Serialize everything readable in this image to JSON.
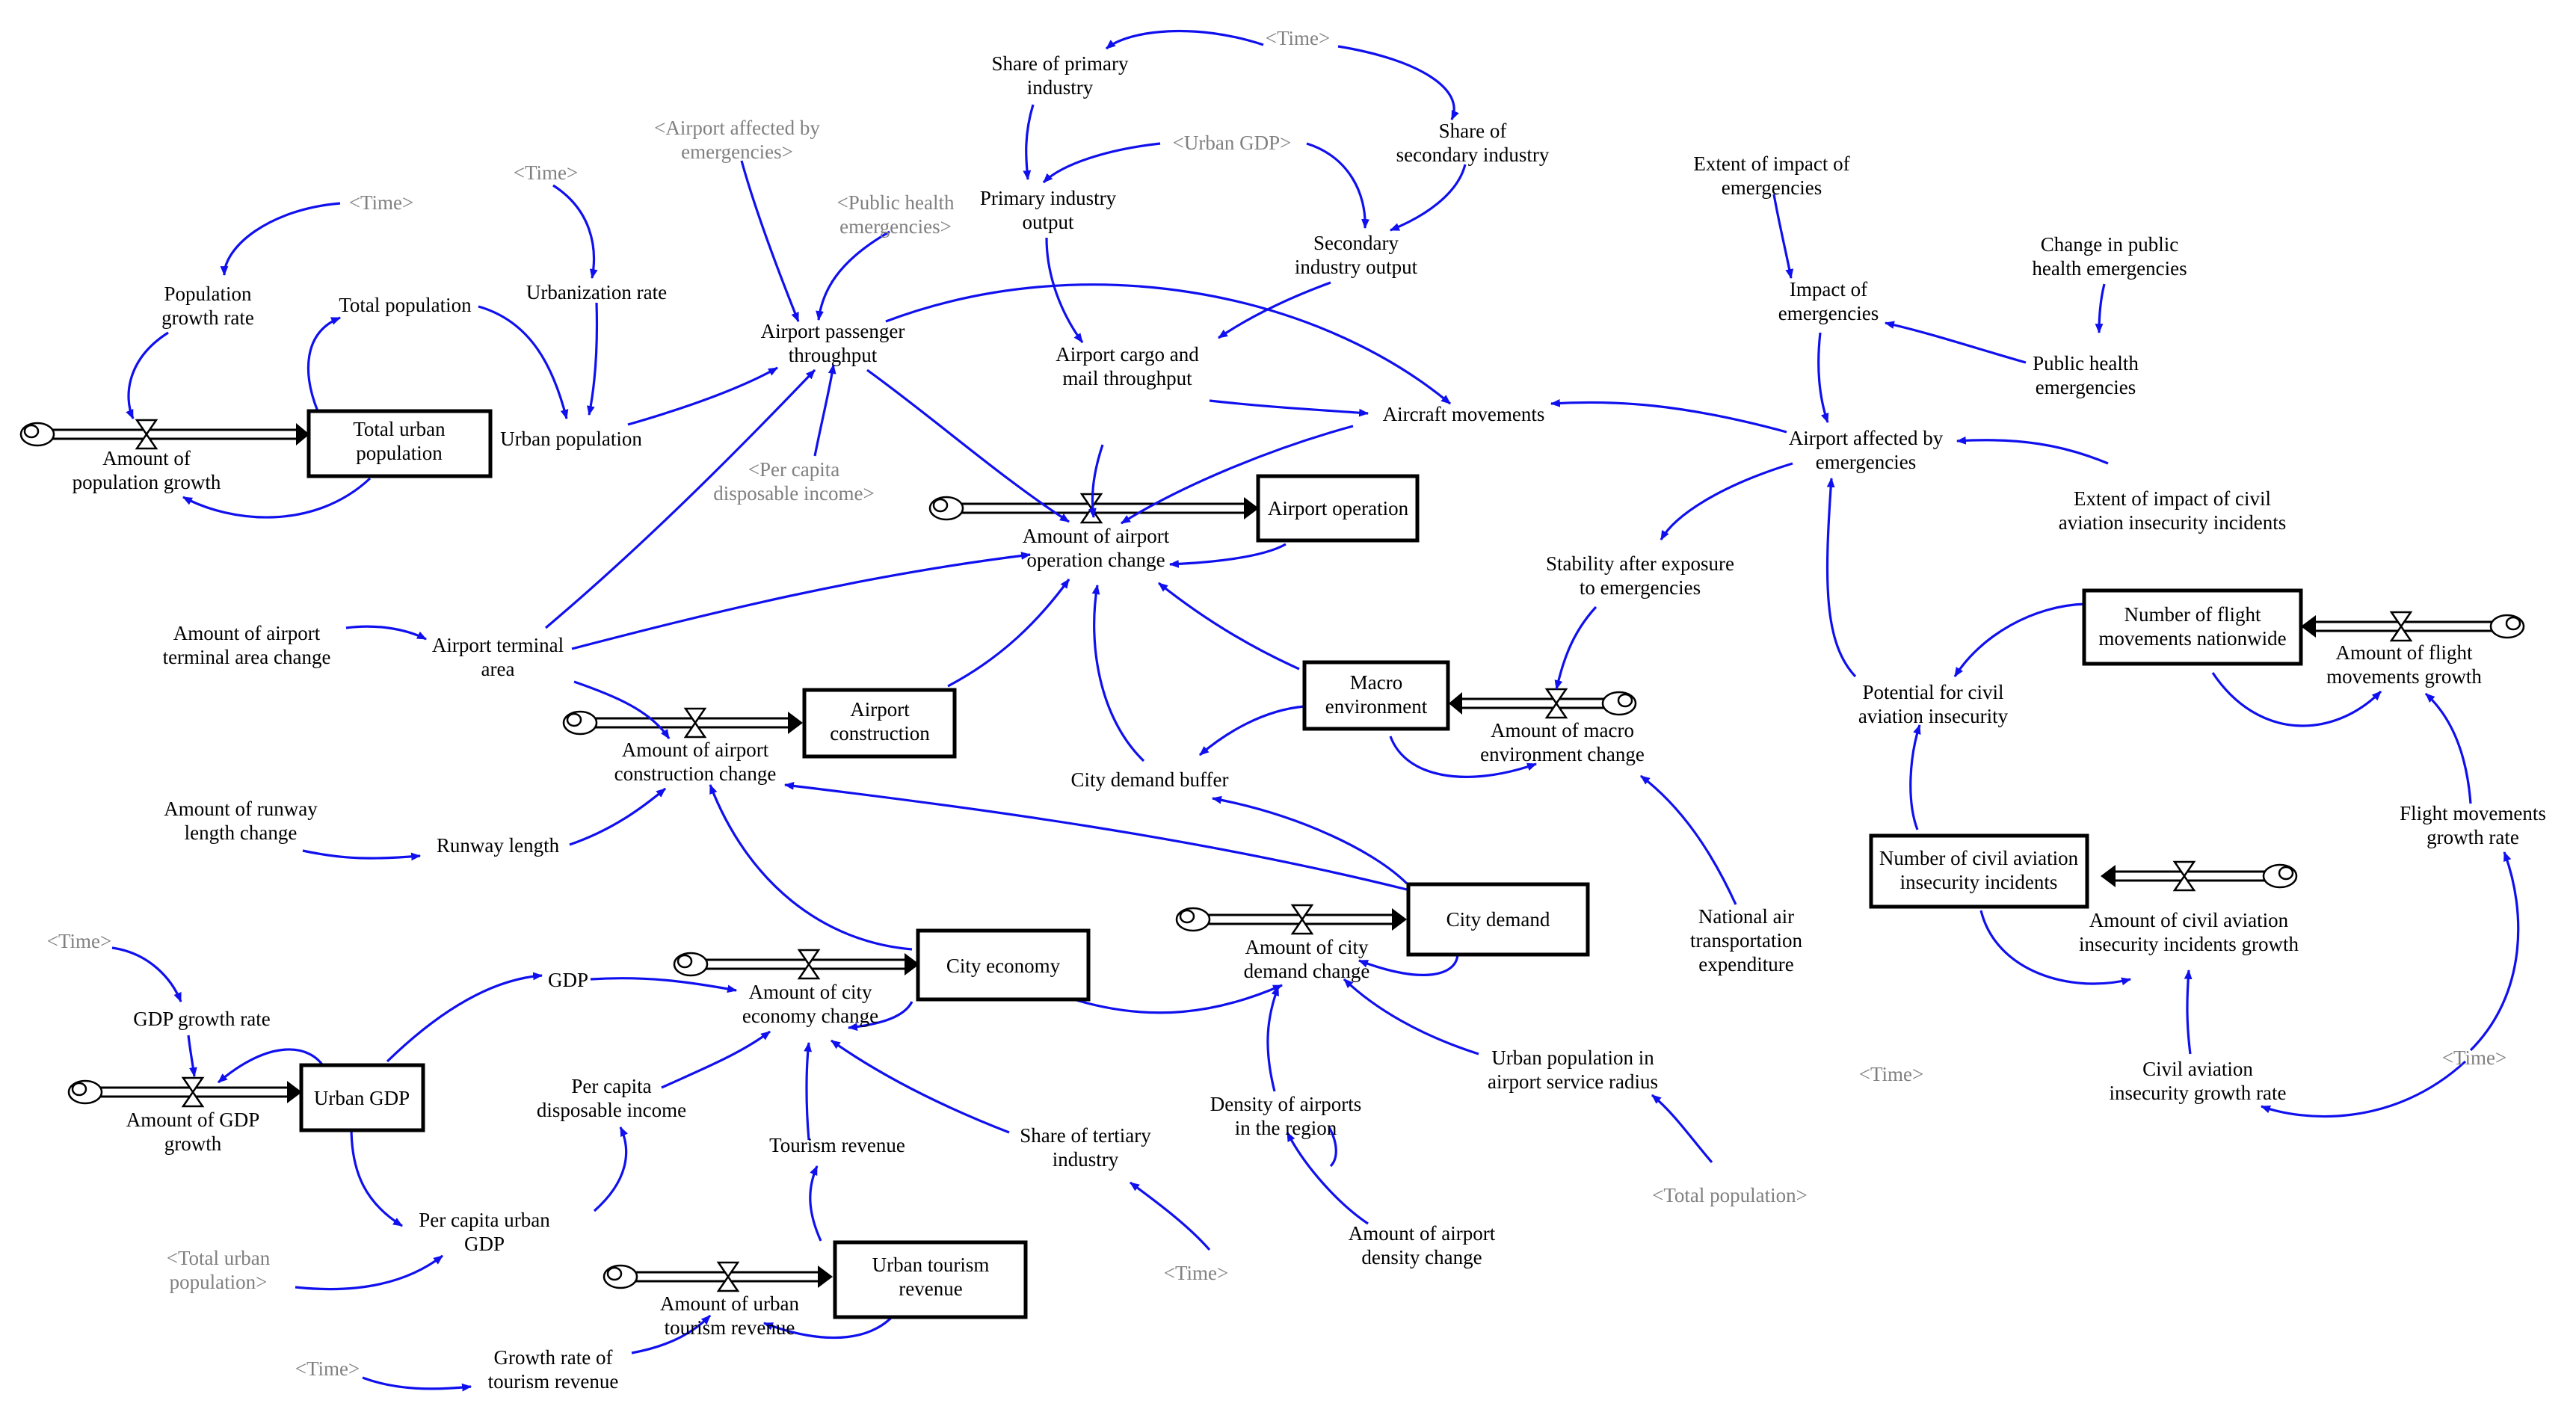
{
  "colors": {
    "link": "#1010ee",
    "text": "#000000",
    "shadow_text": "#808080",
    "stock_border": "#000000"
  },
  "stocks": {
    "total_urban_population": [
      "Total urban",
      "population"
    ],
    "airport_operation": [
      "Airport operation"
    ],
    "airport_construction": [
      "Airport",
      "construction"
    ],
    "macro_environment": [
      "Macro",
      "environment"
    ],
    "city_demand": [
      "City demand"
    ],
    "city_economy": [
      "City economy"
    ],
    "urban_gdp": [
      "Urban GDP"
    ],
    "urban_tourism_revenue": [
      "Urban tourism",
      "revenue"
    ],
    "number_of_flight_movements": [
      "Number of flight",
      "movements nationwide"
    ],
    "number_of_civil_aviation_incidents": [
      "Number of civil aviation",
      "insecurity incidents"
    ]
  },
  "flows": {
    "amount_of_population_growth": [
      "Amount of",
      "population growth"
    ],
    "amount_of_airport_operation_change": [
      "Amount of airport",
      "operation change"
    ],
    "amount_of_airport_construction_change": [
      "Amount of airport",
      "construction change"
    ],
    "amount_of_macro_environment_change": [
      "Amount of macro",
      "environment change"
    ],
    "amount_of_city_demand_change": [
      "Amount of city",
      "demand change"
    ],
    "amount_of_city_economy_change": [
      "Amount of city",
      "economy change"
    ],
    "amount_of_gdp_growth": [
      "Amount of GDP",
      "growth"
    ],
    "amount_of_urban_tourism_revenue": [
      "Amount of urban",
      "tourism revenue"
    ],
    "amount_of_flight_movements_growth": [
      "Amount of flight",
      "movements growth"
    ],
    "amount_of_civil_aviation_incidents_growth": [
      "Amount of civil aviation",
      "insecurity incidents growth"
    ]
  },
  "variables": {
    "population_growth_rate": [
      "Population",
      "growth rate"
    ],
    "total_population": [
      "Total population"
    ],
    "urbanization_rate": [
      "Urbanization rate"
    ],
    "urban_population": [
      "Urban population"
    ],
    "airport_passenger_throughput": [
      "Airport passenger",
      "throughput"
    ],
    "share_of_primary_industry": [
      "Share of primary",
      "industry"
    ],
    "primary_industry_output": [
      "Primary industry",
      "output"
    ],
    "share_of_secondary_industry": [
      "Share of",
      "secondary industry"
    ],
    "secondary_industry_output": [
      "Secondary",
      "industry output"
    ],
    "airport_cargo_and_mail_throughput": [
      "Airport cargo and",
      "mail throughput"
    ],
    "aircraft_movements": [
      "Aircraft movements"
    ],
    "extent_of_impact_of_emergencies": [
      "Extent of impact of",
      "emergencies"
    ],
    "impact_of_emergencies": [
      "Impact of",
      "emergencies"
    ],
    "change_in_public_health_emergencies": [
      "Change in public",
      "health emergencies"
    ],
    "public_health_emergencies": [
      "Public health",
      "emergencies"
    ],
    "airport_affected_by_emergencies": [
      "Airport affected by",
      "emergencies"
    ],
    "extent_of_impact_of_civil_aviation_insecurity": [
      "Extent of impact of civil",
      "aviation insecurity incidents"
    ],
    "stability_after_exposure": [
      "Stability after exposure",
      "to emergencies"
    ],
    "amount_of_airport_terminal_area_change": [
      "Amount of airport",
      "terminal area change"
    ],
    "airport_terminal_area": [
      "Airport terminal",
      "area"
    ],
    "potential_for_civil_aviation_insecurity": [
      "Potential for civil",
      "aviation insecurity"
    ],
    "city_demand_buffer": [
      "City demand buffer"
    ],
    "amount_of_runway_length_change": [
      "Amount of runway",
      "length change"
    ],
    "runway_length": [
      "Runway length"
    ],
    "flight_movements_growth_rate": [
      "Flight movements",
      "growth rate"
    ],
    "national_air_transportation_expenditure": [
      "National air",
      "transportation",
      "expenditure"
    ],
    "gdp_growth_rate": [
      "GDP growth rate"
    ],
    "gdp": [
      "GDP"
    ],
    "per_capita_disposable_income": [
      "Per capita",
      "disposable income"
    ],
    "per_capita_urban_gdp": [
      "Per capita urban",
      "GDP"
    ],
    "tourism_revenue": [
      "Tourism revenue"
    ],
    "share_of_tertiary_industry": [
      "Share of tertiary",
      "industry"
    ],
    "density_of_airports_in_the_region": [
      "Density of airports",
      "in the region"
    ],
    "urban_population_in_airport_service_radius": [
      "Urban population in",
      "airport service radius"
    ],
    "amount_of_airport_density_change": [
      "Amount of airport",
      "density change"
    ],
    "civil_aviation_insecurity_growth_rate": [
      "Civil aviation",
      "insecurity growth rate"
    ],
    "growth_rate_of_tourism_revenue": [
      "Growth rate of",
      "tourism revenue"
    ]
  },
  "shadow_variables": {
    "time_population": [
      "<Time>"
    ],
    "time_urbanization": [
      "<Time>"
    ],
    "airport_affected_shadow": [
      "<Airport affected by",
      "emergencies>"
    ],
    "public_health_shadow": [
      "<Public health",
      "emergencies>"
    ],
    "time_top": [
      "<Time>"
    ],
    "urban_gdp_shadow": [
      "<Urban GDP>"
    ],
    "per_capita_income_shadow": [
      "<Per capita",
      "disposable income>"
    ],
    "time_gdp": [
      "<Time>"
    ],
    "total_urban_population_shadow": [
      "<Total urban",
      "population>"
    ],
    "time_tertiary": [
      "<Time>"
    ],
    "total_population_shadow": [
      "<Total population>"
    ],
    "time_expenditure": [
      "<Time>"
    ],
    "time_flight": [
      "<Time>"
    ],
    "time_tourism": [
      "<Time>"
    ]
  }
}
